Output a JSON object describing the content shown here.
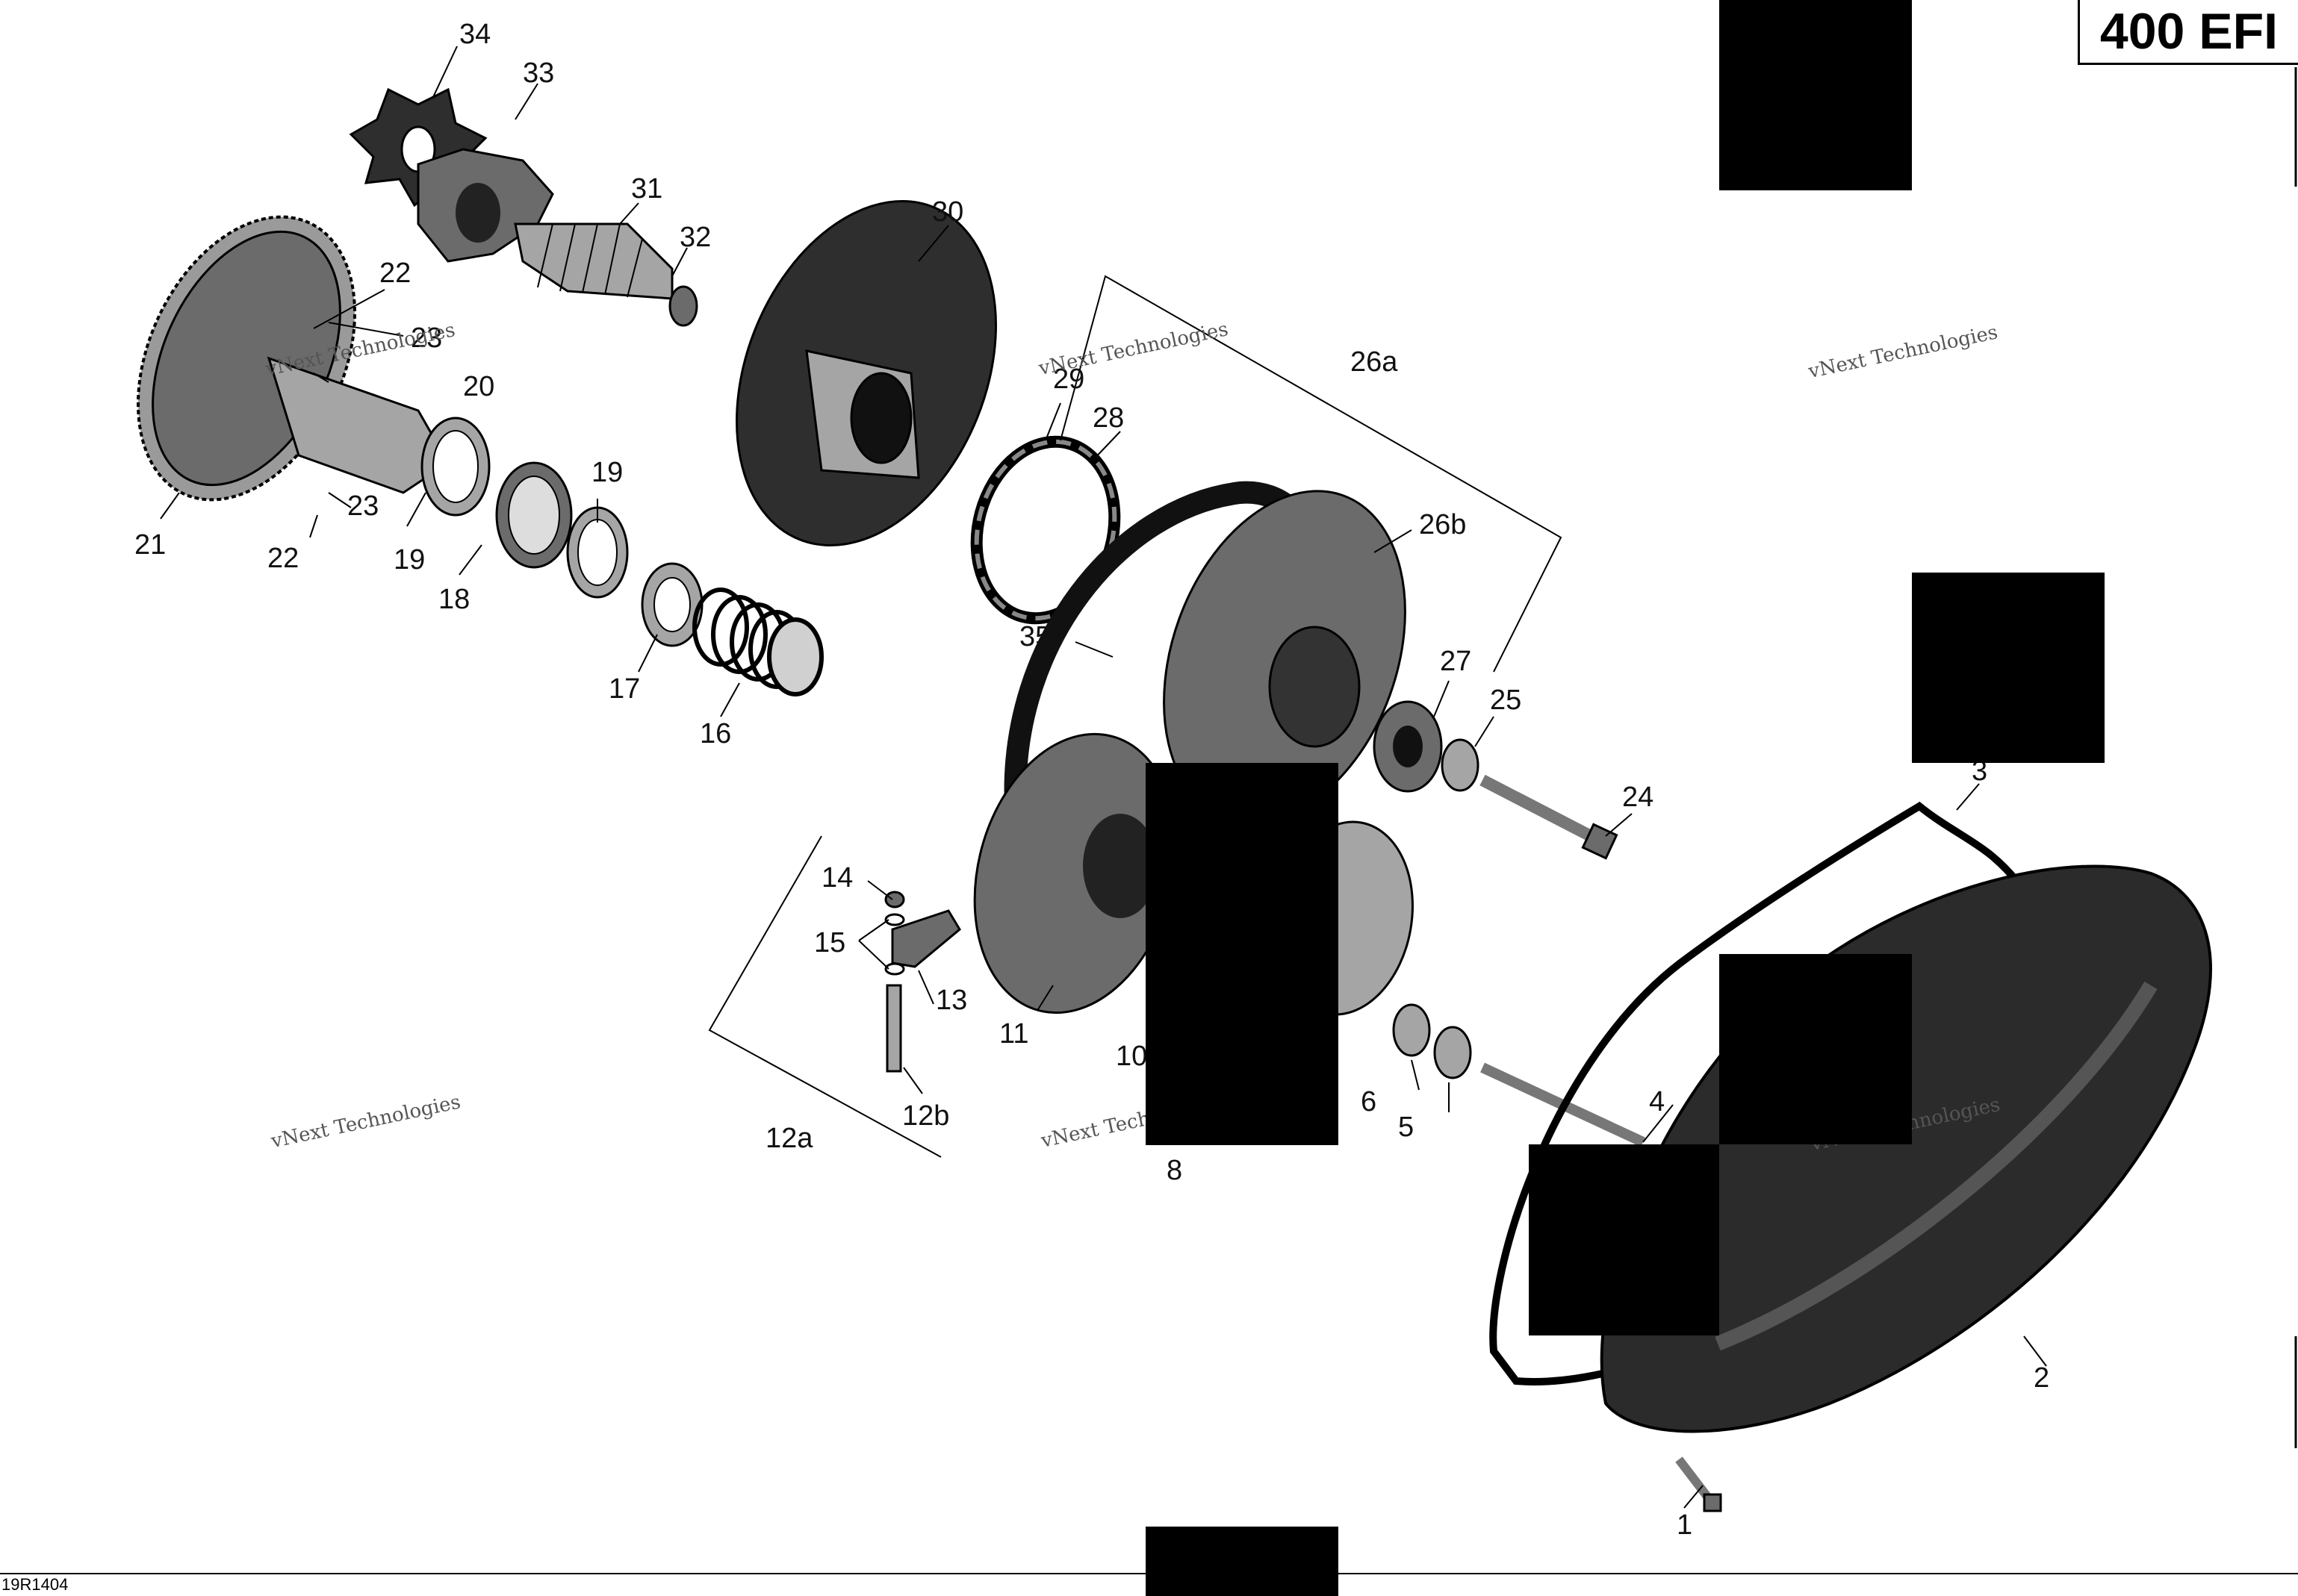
{
  "badge": "400 EFI",
  "doc_id": "19R1404",
  "watermark": {
    "logo": "vNext\nTechnologies",
    "caption": "vNext Technologies"
  },
  "callouts": {
    "c1": "1",
    "c2": "2",
    "c3": "3",
    "c4": "4",
    "c5": "5",
    "c6": "6",
    "c8": "8",
    "c10": "10",
    "c11": "11",
    "c12a": "12a",
    "c12b": "12b",
    "c13": "13",
    "c14": "14",
    "c15": "15",
    "c16": "16",
    "c17": "17",
    "c18": "18",
    "c19a": "19",
    "c19b": "19",
    "c20": "20",
    "c21": "21",
    "c22a": "22",
    "c22b": "22",
    "c23a": "23",
    "c23b": "23",
    "c24": "24",
    "c25": "25",
    "c26a": "26a",
    "c26b": "26b",
    "c27": "27",
    "c28": "28",
    "c29": "29",
    "c30": "30",
    "c31": "31",
    "c32": "32",
    "c33": "33",
    "c34": "34",
    "c35": "35"
  }
}
